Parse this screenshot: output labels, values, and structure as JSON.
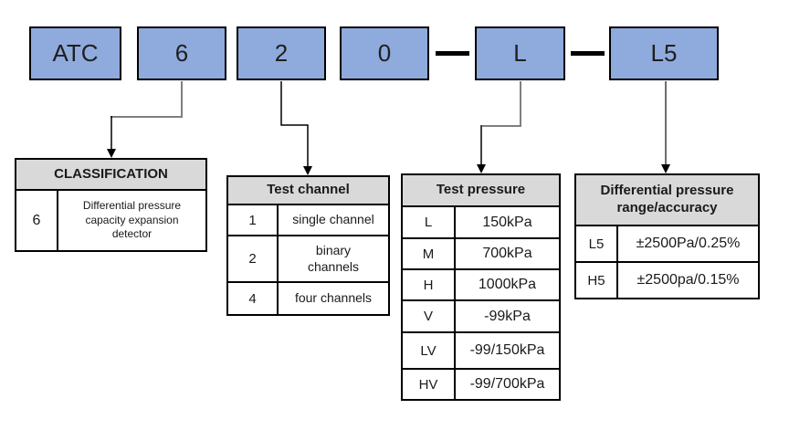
{
  "colors": {
    "box_fill": "#8FAADC",
    "box_border": "#000000",
    "table_header_fill": "#D9D9D9",
    "connector_gray": "#7F7F7F"
  },
  "model_code": {
    "boxes": [
      {
        "label": "ATC"
      },
      {
        "label": "6"
      },
      {
        "label": "2"
      },
      {
        "label": "0"
      },
      {
        "label": "L"
      },
      {
        "label": "L5"
      }
    ]
  },
  "tables": {
    "classification": {
      "header": "CLASSIFICATION",
      "rows": [
        {
          "code": "6",
          "desc": "Differential pressure\ncapacity expansion\ndetector"
        }
      ]
    },
    "test_channel": {
      "header": "Test channel",
      "rows": [
        {
          "code": "1",
          "desc": "single channel"
        },
        {
          "code": "2",
          "desc": "binary\nchannels"
        },
        {
          "code": "4",
          "desc": "four channels"
        }
      ]
    },
    "test_pressure": {
      "header": "Test pressure",
      "rows": [
        {
          "code": "L",
          "desc": "150kPa"
        },
        {
          "code": "M",
          "desc": "700kPa"
        },
        {
          "code": "H",
          "desc": "1000kPa"
        },
        {
          "code": "V",
          "desc": "-99kPa"
        },
        {
          "code": "LV",
          "desc": "-99/150kPa"
        },
        {
          "code": "HV",
          "desc": "-99/700kPa"
        }
      ]
    },
    "diff_pressure": {
      "header": "Differential pressure\nrange/accuracy",
      "rows": [
        {
          "code": "L5",
          "desc": "±2500Pa/0.25%"
        },
        {
          "code": "H5",
          "desc": "±2500pa/0.15%"
        }
      ]
    }
  }
}
